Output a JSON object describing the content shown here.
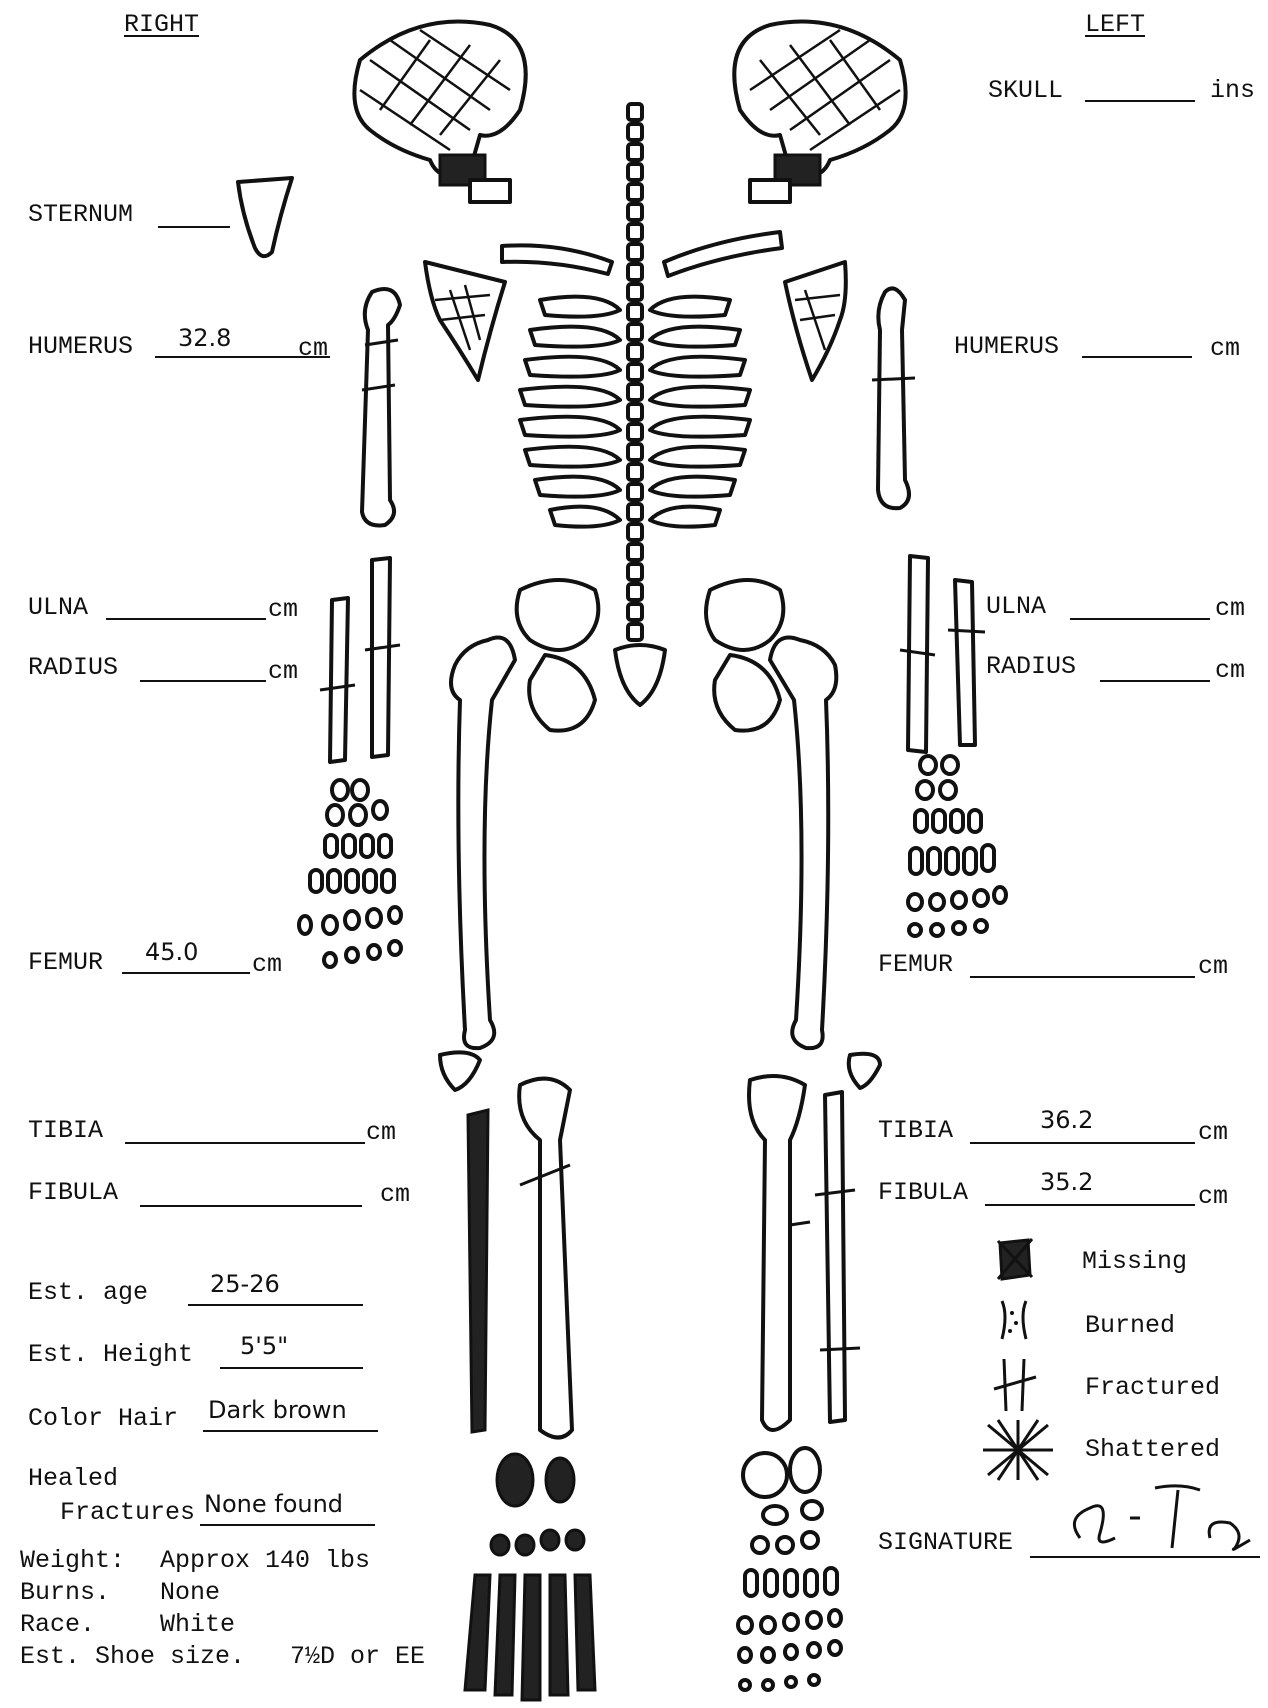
{
  "headers": {
    "right": "RIGHT",
    "left": "LEFT"
  },
  "fields": {
    "skull": {
      "label": "SKULL",
      "value": "",
      "unit": "ins"
    },
    "sternum": {
      "label": "STERNUM",
      "value": ""
    },
    "humerus_right": {
      "label": "HUMERUS",
      "value": "32.8",
      "unit": "cm"
    },
    "humerus_left": {
      "label": "HUMERUS",
      "value": "",
      "unit": "cm"
    },
    "ulna_right": {
      "label": "ULNA",
      "value": "",
      "unit": "cm"
    },
    "radius_right": {
      "label": "RADIUS",
      "value": "",
      "unit": "cm"
    },
    "ulna_left": {
      "label": "ULNA",
      "value": "",
      "unit": "cm"
    },
    "radius_left": {
      "label": "RADIUS",
      "value": "",
      "unit": "cm"
    },
    "femur_right": {
      "label": "FEMUR",
      "value": "45.0",
      "unit": "cm"
    },
    "femur_left": {
      "label": "FEMUR",
      "value": "",
      "unit": "cm"
    },
    "tibia_right": {
      "label": "TIBIA",
      "value": "",
      "unit": "cm"
    },
    "fibula_right": {
      "label": "FIBULA",
      "value": "",
      "unit": "cm"
    },
    "tibia_left": {
      "label": "TIBIA",
      "value": "36.2",
      "unit": "cm"
    },
    "fibula_left": {
      "label": "FIBULA",
      "value": "35.2",
      "unit": "cm"
    }
  },
  "estimates": {
    "age": {
      "label": "Est. age",
      "value": "25-26"
    },
    "height": {
      "label": "Est. Height",
      "value": "5'5\""
    },
    "hair": {
      "label": "Color Hair",
      "value": "Dark brown"
    },
    "healed_label_1": "Healed",
    "healed_label_2": "Fractures",
    "healed_value": "None found"
  },
  "notes": [
    {
      "label": "Weight:",
      "value": "Approx 140 lbs"
    },
    {
      "label": "Burns.",
      "value": "None"
    },
    {
      "label": "Race.",
      "value": "White"
    },
    {
      "label": "Est. Shoe size.",
      "value": "7½D or EE"
    }
  ],
  "legend": [
    {
      "label": "Missing",
      "icon": "missing-icon"
    },
    {
      "label": "Burned",
      "icon": "burned-icon"
    },
    {
      "label": "Fractured",
      "icon": "fractured-icon"
    },
    {
      "label": "Shattered",
      "icon": "shattered-icon"
    }
  ],
  "signature": {
    "label": "SIGNATURE",
    "value": ""
  }
}
